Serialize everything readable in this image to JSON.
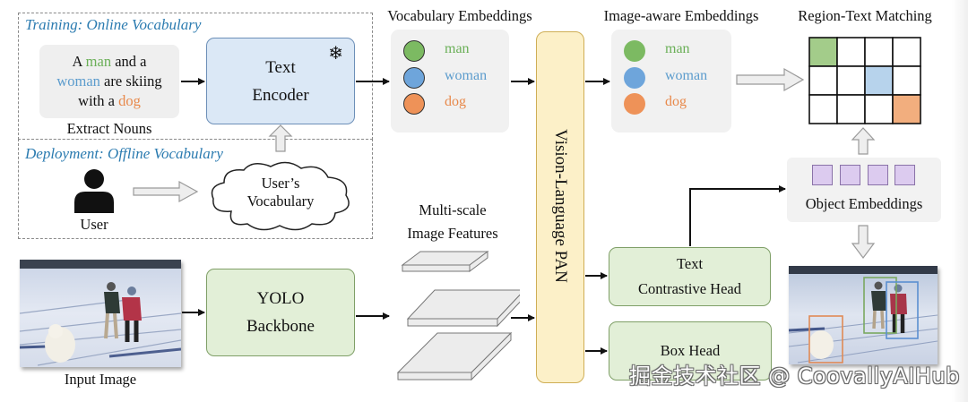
{
  "training": {
    "title": "Training: Online Vocabulary",
    "sentence": {
      "line1_pre": "A ",
      "line1_noun": "man",
      "line1_post": " and a",
      "line2_noun": "woman",
      "line2_post": " are skiing",
      "line3_pre": "with a ",
      "line3_noun": "dog"
    },
    "extract_label": "Extract Nouns"
  },
  "text_encoder": {
    "line1": "Text",
    "line2": "Encoder",
    "frozen_icon": "snowflake-icon",
    "frozen_glyph": "❄"
  },
  "deployment": {
    "title": "Deployment: Offline Vocabulary",
    "user_label": "User",
    "user_icon": "user-icon",
    "cloud_line1": "User’s",
    "cloud_line2": "Vocabulary"
  },
  "input_image": {
    "label": "Input Image"
  },
  "yolo_backbone": {
    "line1": "YOLO",
    "line2": "Backbone"
  },
  "multiscale": {
    "line1": "Multi-scale",
    "line2": "Image Features"
  },
  "vocab_embeddings": {
    "title": "Vocabulary Embeddings",
    "items": [
      {
        "word": "man",
        "color": "#6aaf57"
      },
      {
        "word": "woman",
        "color": "#5c9ccd"
      },
      {
        "word": "dog",
        "color": "#e8894b"
      }
    ]
  },
  "pan": {
    "label": "Vision-Language PAN"
  },
  "image_aware_embeddings": {
    "title": "Image-aware Embeddings",
    "items": [
      {
        "word": "man",
        "color": "#6aaf57"
      },
      {
        "word": "woman",
        "color": "#5c9ccd"
      },
      {
        "word": "dog",
        "color": "#e8894b"
      }
    ]
  },
  "region_text_matching": {
    "title": "Region-Text Matching",
    "rows": 3,
    "cols": 4,
    "highlights": [
      {
        "row": 0,
        "col": 0,
        "color": "#a3cc8a"
      },
      {
        "row": 1,
        "col": 2,
        "color": "#b7d3ec"
      },
      {
        "row": 2,
        "col": 3,
        "color": "#f2ae7e"
      }
    ]
  },
  "object_embeddings": {
    "label": "Object Embeddings",
    "count": 4
  },
  "text_contrastive_head": {
    "line1": "Text",
    "line2": "Contrastive Head"
  },
  "box_head": {
    "label": "Box Head"
  },
  "output_image": {
    "boxes": [
      {
        "object": "man",
        "color": "#7aa860"
      },
      {
        "object": "woman",
        "color": "#5b8fd0"
      },
      {
        "object": "dog",
        "color": "#e08a55"
      }
    ]
  },
  "watermark": "掘金技术社区 @ CoovallyAIHub"
}
